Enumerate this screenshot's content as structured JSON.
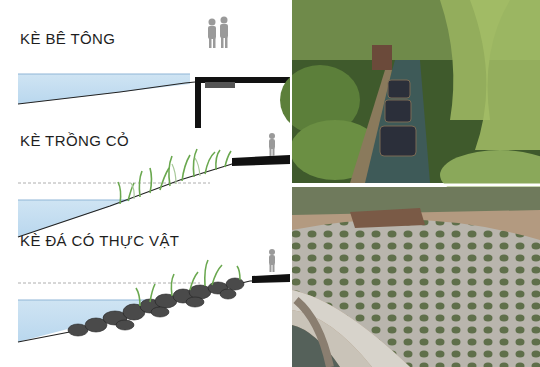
{
  "diagram": {
    "labels": [
      "KÈ BÊ TÔNG",
      "KÈ TRỒNG CỎ",
      "KÈ ĐÁ CÓ THỰC VẬT"
    ]
  }
}
